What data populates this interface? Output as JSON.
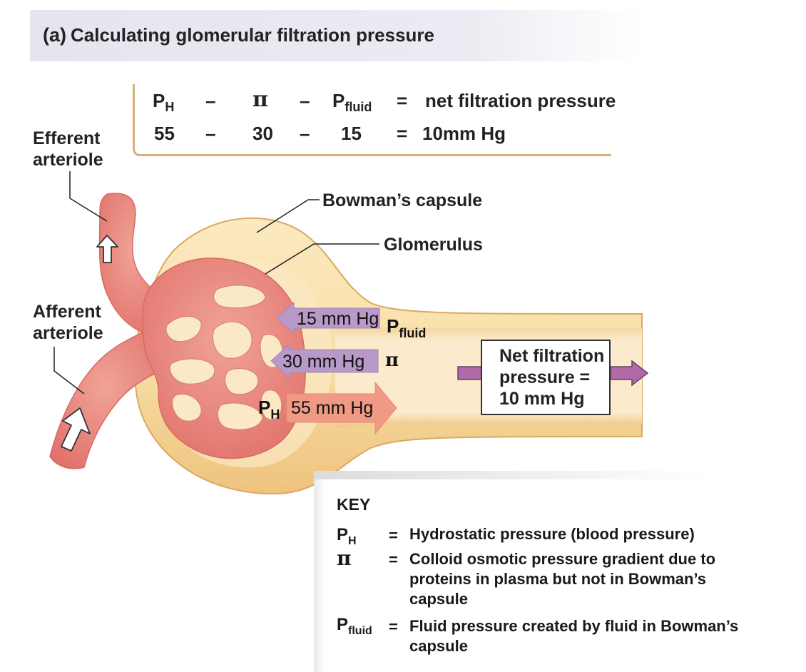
{
  "header": {
    "panel_label": "(a)",
    "title": "Calculating glomerular filtration pressure"
  },
  "equation": {
    "row1": {
      "ph_base": "P",
      "ph_sub": "H",
      "minus1": "–",
      "pi": "π",
      "minus2": "–",
      "pfluid_base": "P",
      "pfluid_sub": "fluid",
      "equals": "=",
      "result": "net filtration pressure"
    },
    "row2": {
      "ph_value": "55",
      "minus1": "–",
      "pi_value": "30",
      "minus2": "–",
      "pfluid_value": "15",
      "equals": "=",
      "result": "10mm Hg"
    }
  },
  "labels": {
    "efferent": "Efferent\narteriole",
    "afferent": "Afferent\narteriole",
    "bowmans": "Bowman’s capsule",
    "glomerulus": "Glomerulus"
  },
  "arrows": {
    "pfluid_value": "15 mm Hg",
    "pfluid_base": "P",
    "pfluid_sub": "fluid",
    "pi_value": "30 mm Hg",
    "pi_symbol": "π",
    "ph_value": "55 mm Hg",
    "ph_base": "P",
    "ph_sub": "H"
  },
  "net_box": {
    "line1": "Net filtration",
    "line2": "pressure =",
    "line3": "10 mm Hg"
  },
  "key": {
    "title": "KEY",
    "items": [
      {
        "symbol_base": "P",
        "symbol_sub": "H",
        "equals": "=",
        "description": "Hydrostatic pressure (blood pressure)"
      },
      {
        "symbol_base": "π",
        "symbol_sub": "",
        "equals": "=",
        "description": "Colloid osmotic pressure gradient due to proteins in plasma but not in Bowman’s capsule"
      },
      {
        "symbol_base": "P",
        "symbol_sub": "fluid",
        "equals": "=",
        "description": "Fluid pressure created by fluid in Bowman’s capsule"
      }
    ]
  },
  "colors": {
    "capsule_fill": "#f8dfa6",
    "capsule_edge": "#d8aa60",
    "vessel": "#e8847c",
    "vessel_light": "#f3b0a4",
    "purple_arrow": "#b89ac9",
    "salmon_arrow": "#f09a86",
    "rule": "#d8b27a"
  }
}
